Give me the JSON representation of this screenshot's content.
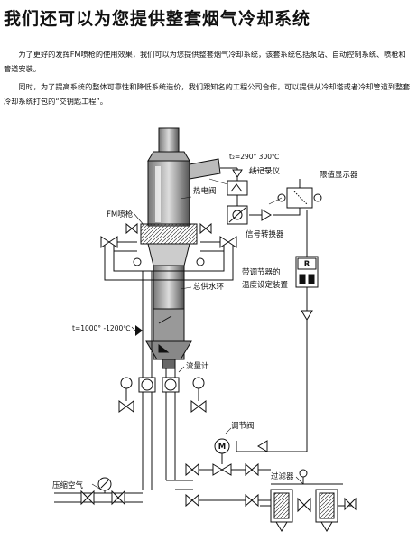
{
  "title": "我们还可以为您提供整套烟气冷却系统",
  "paragraphs": [
    "为了更好的发挥FM喷枪的使用效果，我们可以为您提供整套烟气冷却系统，该套系统包括泵站、自动控制系统、喷枪和管道安装。",
    "同时，为了提高系统的整体可靠性和降低系统造价，我们跟知名的工程公司合作，可以提供从冷却塔或者冷却管道到整套冷却系统打包的“交钥匙工程”。"
  ],
  "diagram": {
    "labels": {
      "temp_out": "t₂=290° 300℃",
      "recorder": "线记录仪",
      "limit_display": "限值显示器",
      "thermocouple": "热电阀",
      "fm_nozzle": "FM喷枪",
      "signal_converter": "信号转换器",
      "regulator_box": "R",
      "temp_setting_line1": "带调节器的",
      "temp_setting_line2": "温度设定装置",
      "ring_main": "总供水环",
      "temp_in": "t=1000° -1200℃",
      "flowmeter": "流量计",
      "control_valve": "调节阀",
      "motor_symbol": "M",
      "compressed_air": "压缩空气",
      "filter": "过滤器"
    }
  }
}
